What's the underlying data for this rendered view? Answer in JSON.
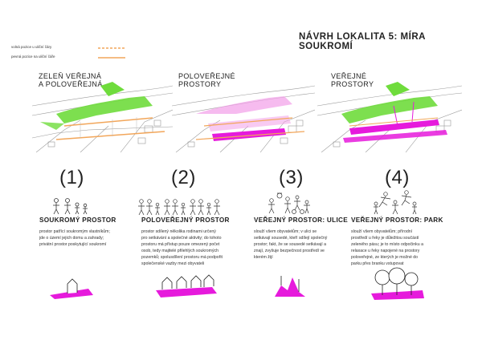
{
  "title": "NÁVRH LOKALITA 5: MÍRA SOUKROMÍ",
  "legend": {
    "items": [
      {
        "label": "volná pozice u uliční čáry",
        "color": "#f2a65a",
        "style": "dashed"
      },
      {
        "label": "pevná pozice na uliční čáře",
        "color": "#f2a65a",
        "style": "solid"
      }
    ]
  },
  "colors": {
    "green": "#6fdc3c",
    "magenta": "#e61adc",
    "pink": "#f29ee8",
    "orange": "#f2a65a",
    "road": "#9a9a9a"
  },
  "maps": [
    {
      "title_line1": "ZELEŇ VEŘEJNÁ",
      "title_line2": "A POLOVEŘEJNÁ"
    },
    {
      "title_line1": "POLOVEŘEJNÉ",
      "title_line2": "PROSTORY"
    },
    {
      "title_line1": "VEŘEJNÉ",
      "title_line2": "PROSTORY"
    }
  ],
  "sections": [
    {
      "number": "(1)",
      "title": "SOUKROMÝ PROSTOR",
      "text": [
        "prostor patřící soukromým vlastníkům;",
        "jde o území jejich domu a zahrady;",
        "privátní prostor poskytující soukromí"
      ]
    },
    {
      "number": "(2)",
      "title": "POLOVEŘEJNÝ PROSTOR",
      "text": [
        "prostor sdílený několika rodinami určený",
        "pro setkávání a společné aktivity; do tohoto",
        "prostoru má přístup pouze omezený počet",
        "osob, tedy majitelé přilehlých soukromých",
        "pozemků; spolusdílení prostoru má podpořit",
        "společenské vazby mezi obyvateli"
      ]
    },
    {
      "number": "(3)",
      "title": "VEŘEJNÝ PROSTOR: ULICE",
      "text": [
        "slouží všem obyvatelům; v ulici se",
        "setkávají sousedé, kteří sdílejí společný",
        "prostor; fakt, že se sousedé setkávají a",
        "znají, zvyšuje bezpečnost prostředí ve",
        "kterém žijí"
      ]
    },
    {
      "number": "(4)",
      "title": "VEŘEJNÝ PROSTOR: PARK",
      "text": [
        "slouží všem obyvatelům; přírodní",
        "prostředí u řeky je důležitou součástí",
        "zeleného pásu; je to místo odpočinku a",
        "relaxace u řeky napojené na prostory",
        "poloveřejné, ze kterých je možné do",
        "parku přes branku vstupovat"
      ]
    }
  ]
}
